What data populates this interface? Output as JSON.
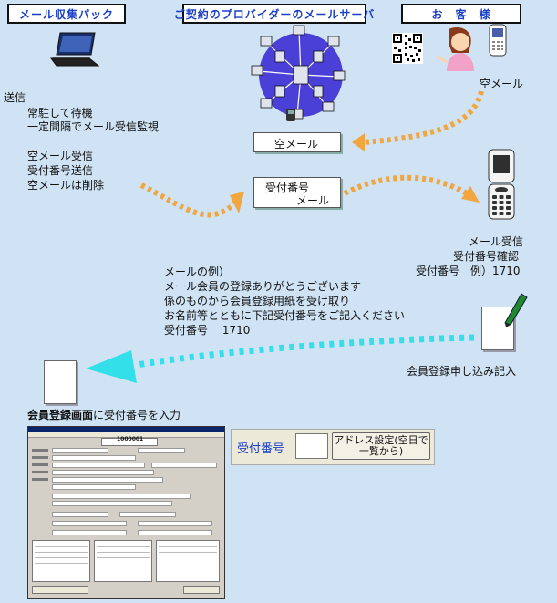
{
  "headers": {
    "mail_pack": "メール収集パック",
    "provider_server": "ご契約のプロバイダーのメールサーバ",
    "customer": "お　客　様"
  },
  "left_notes": {
    "send": "送信",
    "line1": "常駐して待機",
    "line2": "一定間隔でメール受信監視",
    "line3": "空メール受信",
    "line4": "受付番号送信",
    "line5": "空メールは削除"
  },
  "right_notes": {
    "empty_mail": "空メール",
    "recv1": "メール受信",
    "recv2": "受付番号確認",
    "recv3": "受付番号　例）1710",
    "apply": "会員登録申し込み記入"
  },
  "boxes": {
    "empty_mail": "空メール",
    "reception_line1": "受付番号",
    "reception_line2": "メール"
  },
  "example_mail": {
    "l1": "メールの例）",
    "l2": "メール会員の登録ありがとうございます",
    "l3": "係のものから会員登録用紙を受け取り",
    "l4": "お名前等とともに下記受付番号をご記入ください",
    "l5": "受付番号　 1710"
  },
  "bottom": {
    "caption_bold": "会員登録画面",
    "caption_rest": "に受付番号を入力",
    "form_label": "受付番号",
    "form_button": "アドレス設定(空日で一覧から)"
  },
  "thumbnail": {
    "title_number": "1000001"
  },
  "colors": {
    "background": "#cfe3f5",
    "header_text": "#1a3fc8",
    "arrow_orange": "#f2a640",
    "arrow_cyan": "#33e0ea"
  }
}
